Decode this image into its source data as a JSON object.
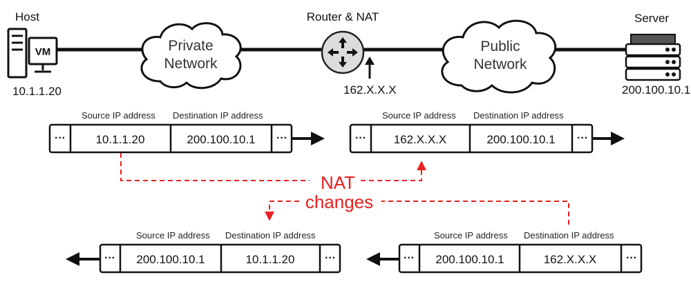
{
  "nodes": {
    "host": {
      "title": "Host",
      "vm_label": "VM",
      "ip": "10.1.1.20"
    },
    "private_network": {
      "line1": "Private",
      "line2": "Network"
    },
    "router": {
      "title": "Router & NAT",
      "ip": "162.X.X.X"
    },
    "public_network": {
      "line1": "Public",
      "line2": "Network"
    },
    "server": {
      "title": "Server",
      "ip": "200.100.10.1"
    }
  },
  "packets": {
    "outbound_private": {
      "source_header": "Source IP address",
      "dest_header": "Destination IP address",
      "ellipsis": "···",
      "source": "10.1.1.20",
      "destination": "200.100.10.1"
    },
    "outbound_public": {
      "source_header": "Source IP address",
      "dest_header": "Destination IP address",
      "ellipsis": "···",
      "source": "162.X.X.X",
      "destination": "200.100.10.1"
    },
    "return_private": {
      "source_header": "Source IP address",
      "dest_header": "Destination IP address",
      "ellipsis": "···",
      "source": "200.100.10.1",
      "destination": "10.1.1.20"
    },
    "return_public": {
      "source_header": "Source IP address",
      "dest_header": "Destination IP address",
      "ellipsis": "···",
      "source": "200.100.10.1",
      "destination": "162.X.X.X"
    }
  },
  "nat_label": {
    "line1": "NAT",
    "line2": "changes"
  },
  "colors": {
    "line": "#111111",
    "nat_red": "#e8201f",
    "router_fill": "#dcdcdc",
    "cloud_fill": "#ffffff"
  }
}
